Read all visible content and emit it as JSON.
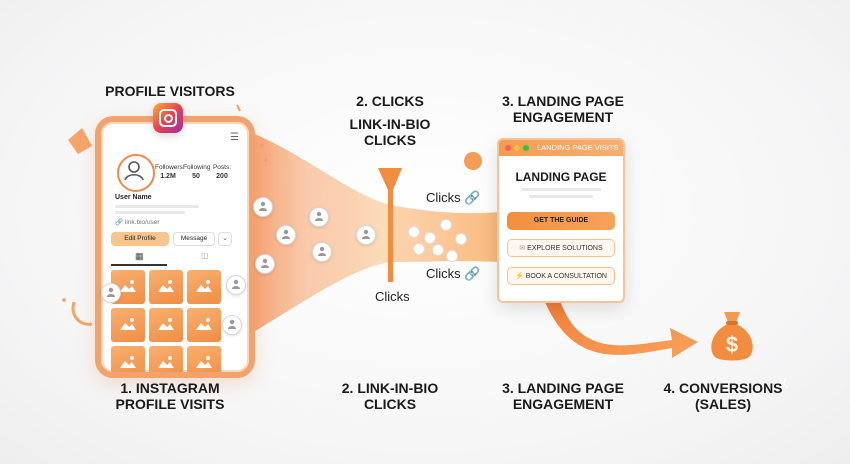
{
  "top": {
    "profile_visitors": "PROFILE VISITORS",
    "clicks_heading": "2. CLICKS",
    "linkinbio_heading": "LINK-IN-BIO\nCLICKS",
    "landing_heading": "3. LANDING PAGE\nENGAGEMENT"
  },
  "phone": {
    "stats": [
      {
        "label": "Followers:",
        "value": "1.2M"
      },
      {
        "label": "Following",
        "value": "50"
      },
      {
        "label": "Posts:",
        "value": "200"
      }
    ],
    "username": "User Name",
    "link": "link.bio/user",
    "edit_button": "Edit Profile",
    "message_button": "Message",
    "dropdown_glyph": "⌄"
  },
  "flow": {
    "clicks_top": "Clicks",
    "clicks_bottom": "Clicks",
    "clicks_funnel": "Clicks"
  },
  "landing": {
    "bar_title": "LANDING PAGE VISITS",
    "title": "LANDING PAGE",
    "buttons": [
      {
        "label": "GET THE GUIDE",
        "icon": ""
      },
      {
        "label": "EXPLORE SOLUTIONS",
        "icon": "✉"
      },
      {
        "label": "BOOK A CONSULTATION",
        "icon": "⚡"
      }
    ]
  },
  "bottom": {
    "step1": "1. INSTAGRAM\nPROFILE VISITS",
    "step2": "2. LINK-IN-BIO\nCLICKS",
    "step3": "3. LANDING PAGE\nENGAGEMENT",
    "step4": "4. CONVERSIONS\n(SALES)"
  },
  "money_symbol": "$",
  "colors": {
    "accent": "#f28c3f",
    "accent_light": "#f8c58d",
    "funnel_dark": "#f07a34"
  }
}
